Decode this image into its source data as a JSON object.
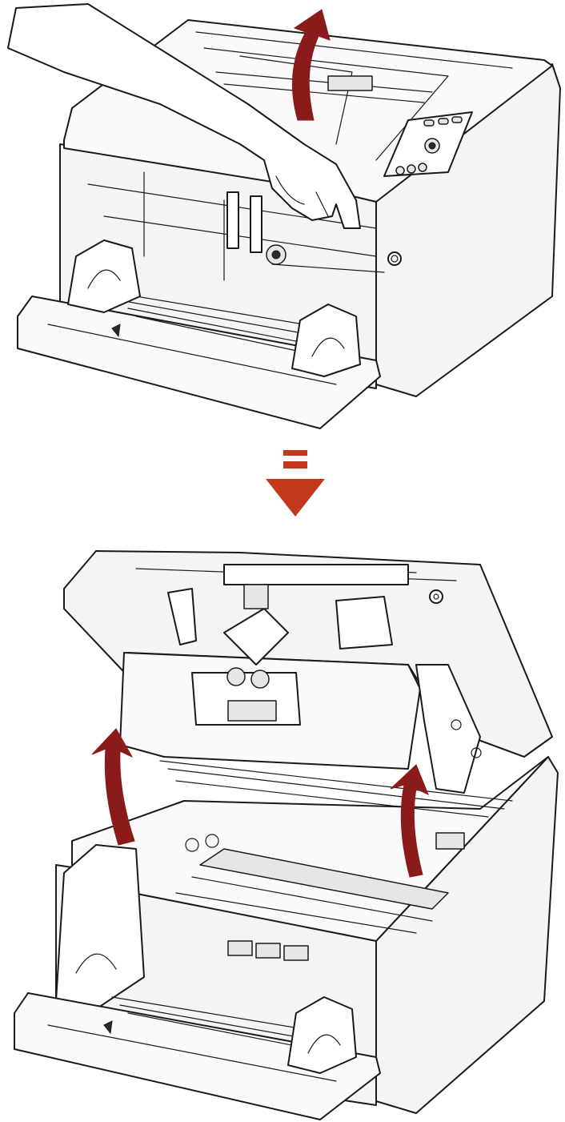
{
  "figure": {
    "steps": [
      "open-cover",
      "cover-opened"
    ],
    "colors": {
      "arrow": "#8b1a1a",
      "transition_arrow": "#c0391b",
      "line": "#1a1a1a",
      "body": "#f4f4f4"
    },
    "icons": [
      "upward-curved-arrow",
      "downward-step-arrow",
      "hand-icon",
      "power-button-icon"
    ]
  }
}
